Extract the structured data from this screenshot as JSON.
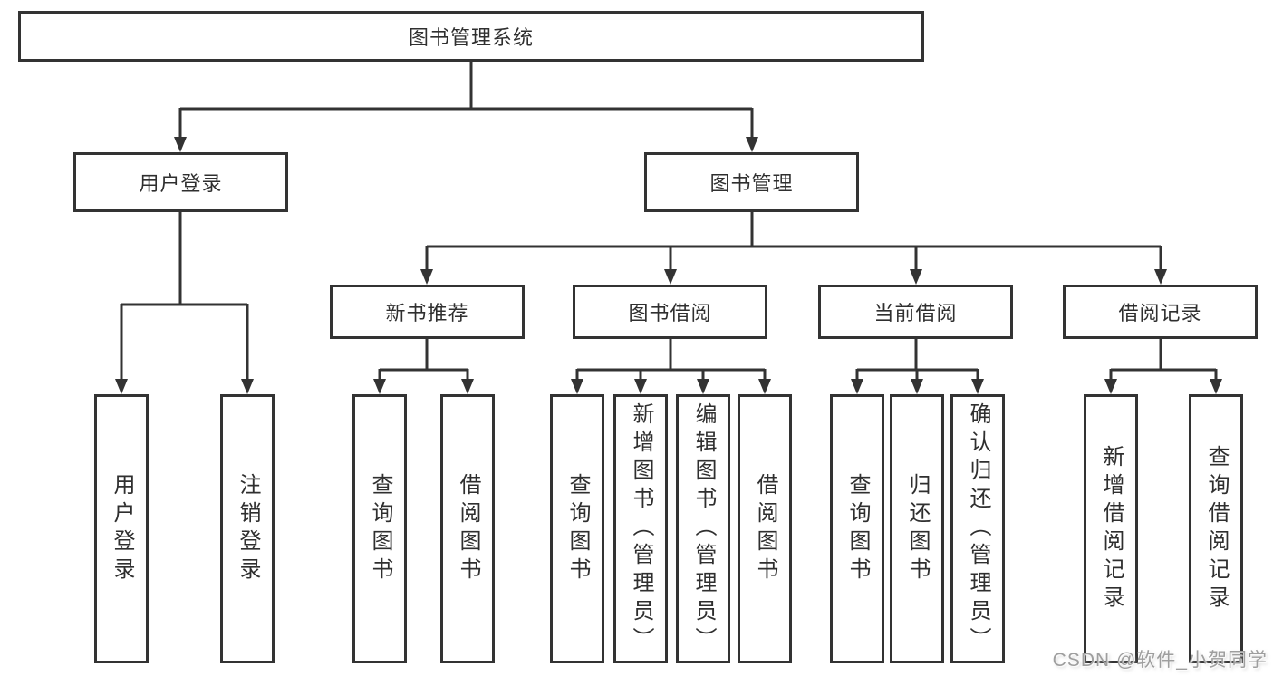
{
  "nodes": {
    "root": "图书管理系统",
    "user_login": "用户登录",
    "book_management": "图书管理",
    "new_book_recommend": "新书推荐",
    "book_borrowing": "图书借阅",
    "current_borrowing": "当前借阅",
    "borrowing_records": "借阅记录",
    "leaves": {
      "user_login": "用户登录",
      "logout": "注销登录",
      "nb_query_books": "查询图书",
      "nb_borrow_books": "借阅图书",
      "bb_query_books": "查询图书",
      "bb_add_book_admin": "新增图书（管理员）",
      "bb_edit_book_admin": "编辑图书（管理员）",
      "bb_borrow_books": "借阅图书",
      "cb_query_books": "查询图书",
      "cb_return_books": "归还图书",
      "cb_confirm_return_admin": "确认归还（管理员）",
      "br_add_record": "新增借阅记录",
      "br_query_record": "查询借阅记录"
    }
  },
  "watermark": "CSDN @软件_小贺同学",
  "colors": {
    "line": "#333333",
    "text": "#2f2f2f",
    "watermark": "#9e9e9e",
    "background": "#ffffff"
  }
}
